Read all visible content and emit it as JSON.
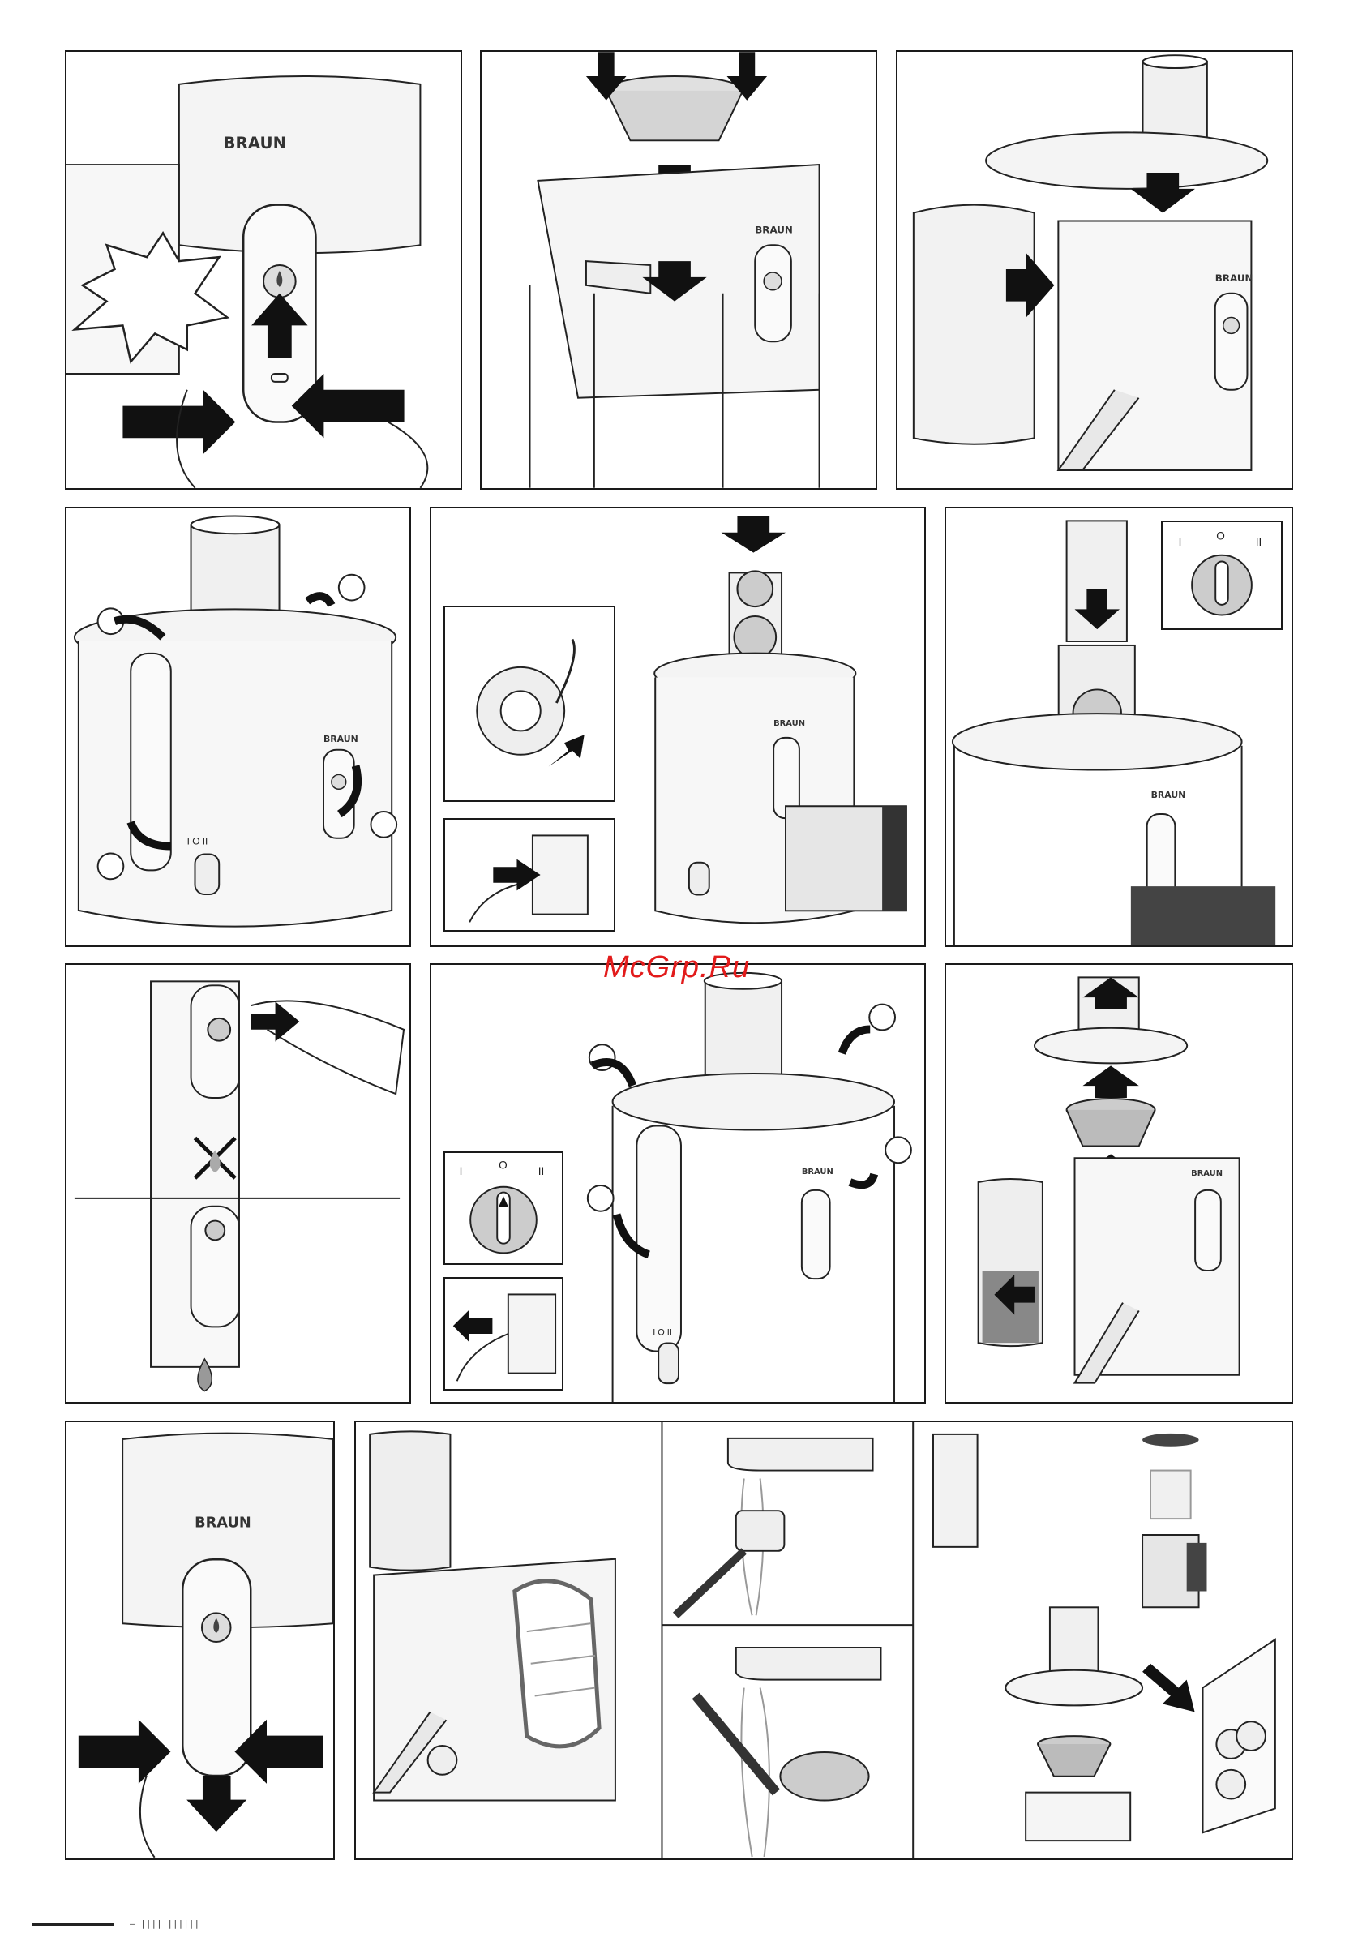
{
  "brand": "BRAUN",
  "dial": {
    "left": "I",
    "center": "O",
    "right": "II"
  },
  "watermark": "McGrp.Ru",
  "footer": "—  ||||  ||||||",
  "panels": [
    {
      "id": "1",
      "step": "release-lid"
    },
    {
      "id": "2",
      "step": "insert-filter"
    },
    {
      "id": "3",
      "step": "attach-pulp-container-and-lid"
    },
    {
      "id": "4",
      "step": "close-locking-arm"
    },
    {
      "id": "5",
      "step": "connect-and-feed-fruit"
    },
    {
      "id": "6",
      "step": "use-pusher-select-speed"
    },
    {
      "id": "7",
      "step": "drip-stop"
    },
    {
      "id": "8",
      "step": "switch-off-unplug-open-arm"
    },
    {
      "id": "9",
      "step": "disassemble"
    },
    {
      "id": "10",
      "step": "remove-spout"
    },
    {
      "id": "11",
      "step": "clean-parts"
    }
  ]
}
